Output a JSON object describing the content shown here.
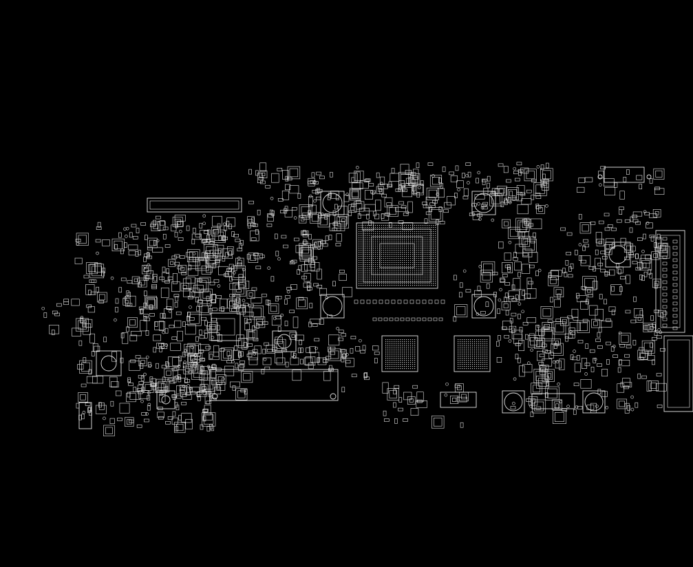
{
  "canvas": {
    "background": "#000000",
    "outline_color": "#e8e8e8"
  },
  "board": {
    "view": "pcb-outline",
    "side": "top"
  },
  "components": {
    "main_soc": {
      "kind": "bga",
      "label": ""
    },
    "memory_left": {
      "kind": "bga",
      "label": ""
    },
    "memory_right": {
      "kind": "bga",
      "label": ""
    },
    "small_bga_left": {
      "kind": "bga",
      "label": ""
    },
    "top_connector": {
      "kind": "connector",
      "label": ""
    },
    "bottom_connector": {
      "kind": "connector",
      "label": ""
    },
    "right_connector": {
      "kind": "connector",
      "label": ""
    }
  }
}
